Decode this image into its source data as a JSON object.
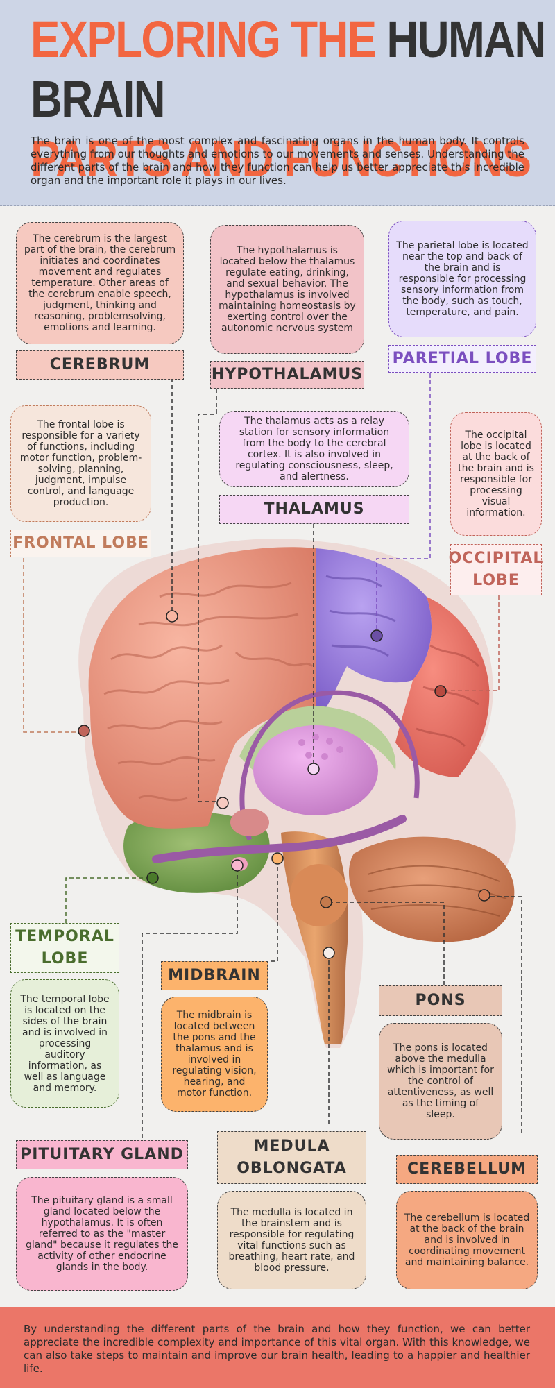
{
  "header": {
    "title_line1_orange": "EXPLORING THE ",
    "title_line1_dark": "HUMAN BRAIN",
    "title_line2": "PARTS AND FUNCTIONS",
    "intro": "The brain is one of the most complex and fascinating organs in the human body. It controls everything from our thoughts and emotions to our movements and senses. Understanding the different parts of the brain and how they function can help us better appreciate this incredible organ and the important role it plays in our lives."
  },
  "parts": {
    "cerebrum": {
      "label": "CEREBRUM",
      "text": "The cerebrum is the largest part of the brain, the cerebrum initiates and coordinates movement and regulates temperature. Other areas of the cerebrum enable speech, judgment, thinking and reasoning, problemsolving, emotions and learning."
    },
    "hypothalamus": {
      "label": "HYPOTHALAMUS",
      "text": "The hypothalamus is located below the thalamus regulate eating, drinking, and sexual behavior. The hypothalamus is involved maintaining homeostasis by exerting control over the autonomic nervous system"
    },
    "parietal": {
      "label": "PARETIAL LOBE",
      "text": "The parietal lobe is located near the top and back of the brain and is responsible for processing sensory information from the body, such as touch, temperature, and pain."
    },
    "frontal": {
      "label": "FRONTAL LOBE",
      "text": "The frontal lobe is responsible for a variety of functions, including motor function, problem-solving, planning, judgment, impulse control, and language production."
    },
    "thalamus": {
      "label": "THALAMUS",
      "text": "The thalamus acts as a relay station for sensory information from the body to the cerebral cortex. It is also involved in regulating consciousness, sleep, and alertness."
    },
    "occipital": {
      "label_line1": "OCCIPITAL",
      "label_line2": "LOBE",
      "text": "The occipital lobe is located at the back of the brain and is responsible for processing visual information."
    },
    "temporal": {
      "label_line1": "TEMPORAL",
      "label_line2": "LOBE",
      "text": "The temporal lobe is located on the sides of the brain and is involved in processing auditory information, as well as language and memory."
    },
    "midbrain": {
      "label": "MIDBRAIN",
      "text": "The midbrain is located between the pons and the thalamus and is involved in regulating vision, hearing, and motor function."
    },
    "pons": {
      "label": "PONS",
      "text": "The pons is located above the medulla which is important for the control of attentiveness, as well as the timing of sleep."
    },
    "pituitary": {
      "label": "PITUITARY GLAND",
      "text": "The pituitary gland is a small gland located below the hypothalamus. It is often referred to as the \"master gland\" because it regulates the activity of other endocrine glands in the body."
    },
    "medulla": {
      "label_line1": "MEDULA",
      "label_line2": "OBLONGATA",
      "text": "The medulla is located in the brainstem and is responsible for regulating vital functions such as breathing, heart rate, and blood pressure."
    },
    "cerebellum": {
      "label": "CEREBELLUM",
      "text": "The cerebellum is located at the back of the brain and is involved in coordinating movement and maintaining balance."
    }
  },
  "footer": {
    "text": "By understanding the different parts of the brain and how they function, we can better appreciate the incredible complexity and importance of this vital organ. With this knowledge, we can also take steps to maintain and improve our brain health, leading to a happier and healthier life."
  },
  "colors": {
    "title_orange": "#f26641",
    "title_dark": "#333333",
    "header_bg": "#cdd5e6",
    "footer_bg": "#eb7668",
    "cerebrum": "#f6c9c0",
    "hypothalamus": "#f2c3c8",
    "parietal": "#e6dcfb",
    "frontal": "#f6e6dc",
    "thalamus": "#f6d7f4",
    "occipital": "#fbdcdc",
    "temporal": "#e6efd9",
    "midbrain": "#fcb36c",
    "pons": "#e8c7b6",
    "pituitary": "#f9b6cf",
    "medulla": "#eedcc9",
    "cerebellum": "#f5a881"
  }
}
